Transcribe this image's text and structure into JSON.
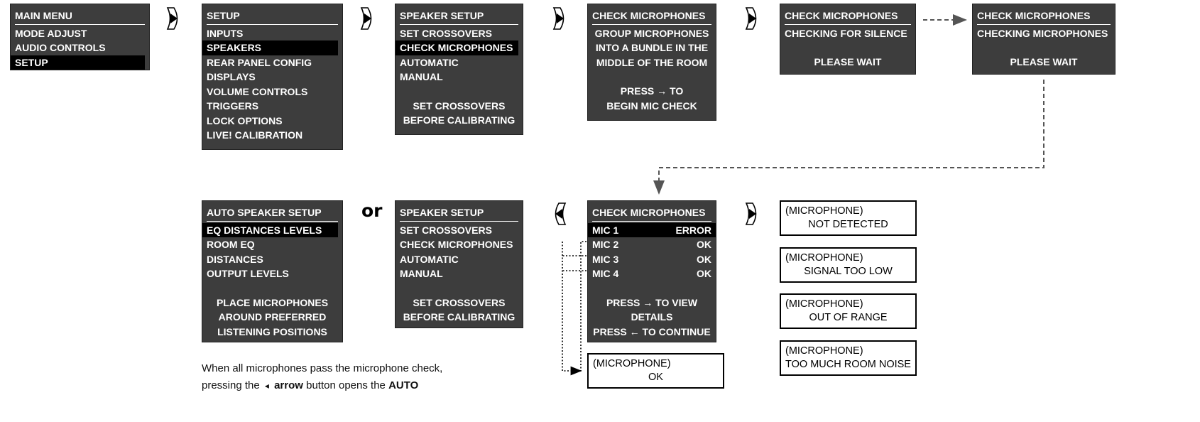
{
  "main_menu": {
    "title": "MAIN MENU",
    "items": [
      "MODE ADJUST",
      "AUDIO CONTROLS",
      "SETUP"
    ]
  },
  "setup": {
    "title": "SETUP",
    "items": [
      "INPUTS",
      "SPEAKERS",
      "REAR PANEL CONFIG",
      "DISPLAYS",
      "VOLUME CONTROLS",
      "TRIGGERS",
      "LOCK OPTIONS",
      "LIVE! CALIBRATION"
    ]
  },
  "speaker_setup": {
    "title": "SPEAKER SETUP",
    "items": [
      "SET CROSSOVERS",
      "CHECK MICROPHONES",
      "AUTOMATIC",
      "MANUAL"
    ],
    "note1": "SET CROSSOVERS",
    "note2": "BEFORE CALIBRATING"
  },
  "check_mic_1": {
    "title": "CHECK MICROPHONES",
    "lines": [
      "GROUP MICROPHONES",
      "INTO A BUNDLE IN THE",
      "MIDDLE OF THE ROOM"
    ],
    "press1": "PRESS → TO",
    "press2": "BEGIN MIC CHECK"
  },
  "check_mic_2": {
    "title": "CHECK MICROPHONES",
    "status": "CHECKING FOR SILENCE",
    "wait": "PLEASE WAIT"
  },
  "check_mic_3": {
    "title": "CHECK MICROPHONES",
    "status": "CHECKING MICROPHONES",
    "wait": "PLEASE WAIT"
  },
  "auto_setup": {
    "title": "AUTO SPEAKER SETUP",
    "items": [
      "EQ DISTANCES LEVELS",
      "ROOM EQ",
      "DISTANCES",
      "OUTPUT LEVELS"
    ],
    "note1": "PLACE MICROPHONES",
    "note2": "AROUND PREFERRED",
    "note3": "LISTENING POSITIONS"
  },
  "or_label": "or",
  "speaker_setup_2": {
    "title": "SPEAKER SETUP",
    "items": [
      "SET CROSSOVERS",
      "CHECK MICROPHONES",
      "AUTOMATIC",
      "MANUAL"
    ],
    "note1": "SET CROSSOVERS",
    "note2": "BEFORE CALIBRATING"
  },
  "mic_results": {
    "title": "CHECK MICROPHONES",
    "rows": [
      {
        "name": "MIC 1",
        "status": "ERROR"
      },
      {
        "name": "MIC 2",
        "status": "OK"
      },
      {
        "name": "MIC 3",
        "status": "OK"
      },
      {
        "name": "MIC 4",
        "status": "OK"
      }
    ],
    "press1": "PRESS → TO VIEW",
    "press2": "DETAILS",
    "press3": "PRESS ← TO CONTINUE"
  },
  "error_messages": [
    {
      "l1": "(MICROPHONE)",
      "l2": "NOT DETECTED"
    },
    {
      "l1": "(MICROPHONE)",
      "l2": "SIGNAL TOO LOW"
    },
    {
      "l1": "(MICROPHONE)",
      "l2": "OUT OF RANGE"
    },
    {
      "l1": "(MICROPHONE)",
      "l2": "TOO MUCH ROOM NOISE"
    }
  ],
  "ok_message": {
    "l1": "(MICROPHONE)",
    "l2": "OK"
  },
  "caption": {
    "line1": "When all microphones pass the microphone check,",
    "line2_a": "pressing the",
    "line2_arrow": "◂",
    "line2_b": "arrow",
    "line2_c": "button opens the",
    "line2_d": "AUTO"
  }
}
